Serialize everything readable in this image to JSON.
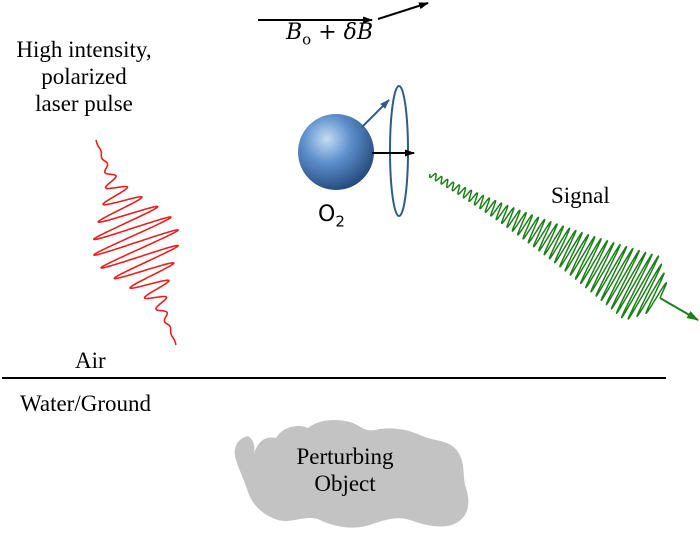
{
  "laser": {
    "line1": "High intensity,",
    "line2": "polarized",
    "line3": "laser pulse",
    "color": "#e8211f"
  },
  "field": {
    "symbol_b": "B",
    "subscript": "o",
    "operator": "+",
    "delta": "δ",
    "symbol_b2": "B"
  },
  "molecule": {
    "base": "O",
    "subscript": "2",
    "sphere_color": "#3f73b6",
    "precession_color": "#2e5c8a"
  },
  "signal": {
    "label": "Signal",
    "color": "#1f7f1a"
  },
  "media": {
    "upper": "Air",
    "lower": "Water/Ground"
  },
  "object": {
    "line1": "Perturbing",
    "line2": "Object",
    "fill": "#c3c3c3"
  }
}
